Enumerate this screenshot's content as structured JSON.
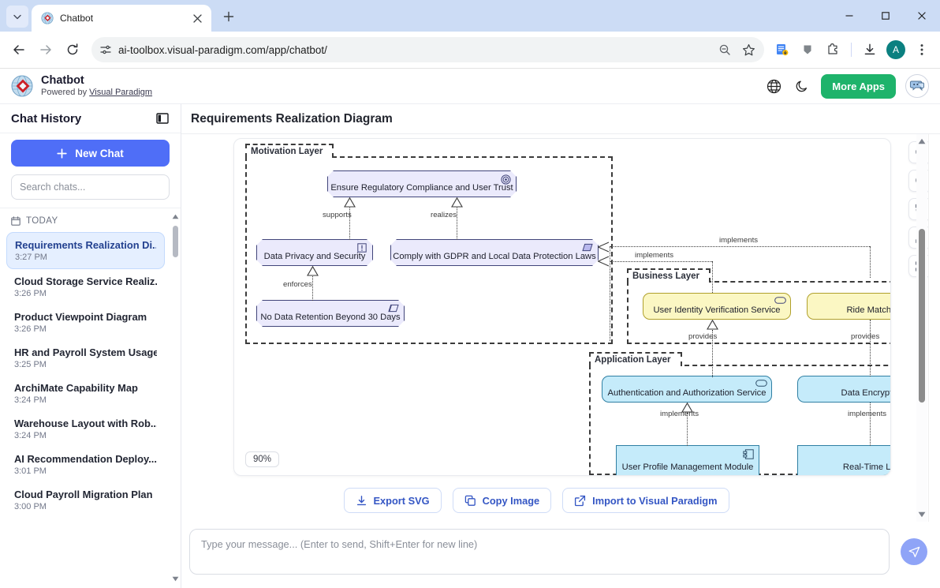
{
  "browser": {
    "tab": {
      "title": "Chatbot",
      "favicon": "visual-paradigm-icon"
    },
    "url": "ai-toolbox.visual-paradigm.com/app/chatbot/",
    "toolbar_icons": [
      "back-icon",
      "forward-icon",
      "reload-icon",
      "site-settings-icon",
      "zoom-out-icon",
      "bookmark-star-icon",
      "translate-icon",
      "pin-icon",
      "extensions-icon",
      "download-icon",
      "profile-avatar",
      "chrome-menu-icon"
    ],
    "profile_initial": "A",
    "window_controls": [
      "minimize",
      "maximize",
      "close"
    ]
  },
  "app_header": {
    "title": "Chatbot",
    "subtitle_prefix": "Powered by ",
    "subtitle_link": "Visual Paradigm",
    "more_apps_label": "More Apps",
    "accent_green": "#1eb36b",
    "icons": [
      "globe-icon",
      "dark-mode-icon",
      "chat-avatar-icon"
    ]
  },
  "sidebar": {
    "title": "Chat History",
    "toggle_icon": "sidebar-toggle-icon",
    "new_chat_label": "New Chat",
    "new_chat_color": "#4f6ef7",
    "search_placeholder": "Search chats...",
    "group_label": "TODAY",
    "items": [
      {
        "title": "Requirements Realization Di...",
        "time": "3:27 PM",
        "active": true
      },
      {
        "title": "Cloud Storage Service Realiz...",
        "time": "3:26 PM",
        "active": false
      },
      {
        "title": "Product Viewpoint Diagram",
        "time": "3:26 PM",
        "active": false
      },
      {
        "title": "HR and Payroll System Usage",
        "time": "3:25 PM",
        "active": false
      },
      {
        "title": "ArchiMate Capability Map",
        "time": "3:24 PM",
        "active": false
      },
      {
        "title": "Warehouse Layout with Rob...",
        "time": "3:24 PM",
        "active": false
      },
      {
        "title": "AI Recommendation Deploy...",
        "time": "3:01 PM",
        "active": false
      },
      {
        "title": "Cloud Payroll Migration Plan",
        "time": "3:00 PM",
        "active": false
      }
    ]
  },
  "main": {
    "title": "Requirements Realization Diagram",
    "zoom_level": "90%",
    "zoom_tools": [
      "zoom-in-icon",
      "zoom-out-icon",
      "reset-zoom-icon",
      "fit-screen-icon",
      "fullscreen-icon"
    ],
    "export_buttons": [
      {
        "label": "Export SVG",
        "icon": "download-icon"
      },
      {
        "label": "Copy Image",
        "icon": "copy-icon"
      },
      {
        "label": "Import to Visual Paradigm",
        "icon": "external-link-icon"
      }
    ]
  },
  "diagram": {
    "layers": [
      {
        "name": "Motivation Layer"
      },
      {
        "name": "Business Layer"
      },
      {
        "name": "Application Layer"
      }
    ],
    "nodes": [
      {
        "label": "Ensure Regulatory Compliance and User Trust",
        "layer": "motivation",
        "icon": "goal-icon"
      },
      {
        "label": "Data Privacy and Security",
        "layer": "motivation",
        "icon": "principle-icon"
      },
      {
        "label": "Comply with GDPR and Local Data Protection Laws",
        "layer": "motivation",
        "icon": "requirement-icon"
      },
      {
        "label": "No Data Retention Beyond 30 Days",
        "layer": "motivation",
        "icon": "constraint-icon"
      },
      {
        "label": "User Identity Verification Service",
        "layer": "business",
        "icon": "business-service-icon"
      },
      {
        "label": "Ride Matching an",
        "layer": "business",
        "icon": "business-service-icon"
      },
      {
        "label": "Authentication and Authorization Service",
        "layer": "application",
        "icon": "application-service-icon"
      },
      {
        "label": "Data Encryption a",
        "layer": "application",
        "icon": "application-service-icon"
      },
      {
        "label": "User Profile Management Module",
        "layer": "application",
        "icon": "application-component-icon"
      },
      {
        "label": "Real-Time Locati",
        "layer": "application",
        "icon": "application-component-icon"
      }
    ],
    "edge_labels": [
      "supports",
      "realizes",
      "enforces",
      "implements",
      "implements",
      "provides",
      "provides",
      "implements",
      "implements"
    ]
  },
  "composer": {
    "placeholder": "Type your message... (Enter to send, Shift+Enter for new line)",
    "send_icon": "send-icon"
  }
}
